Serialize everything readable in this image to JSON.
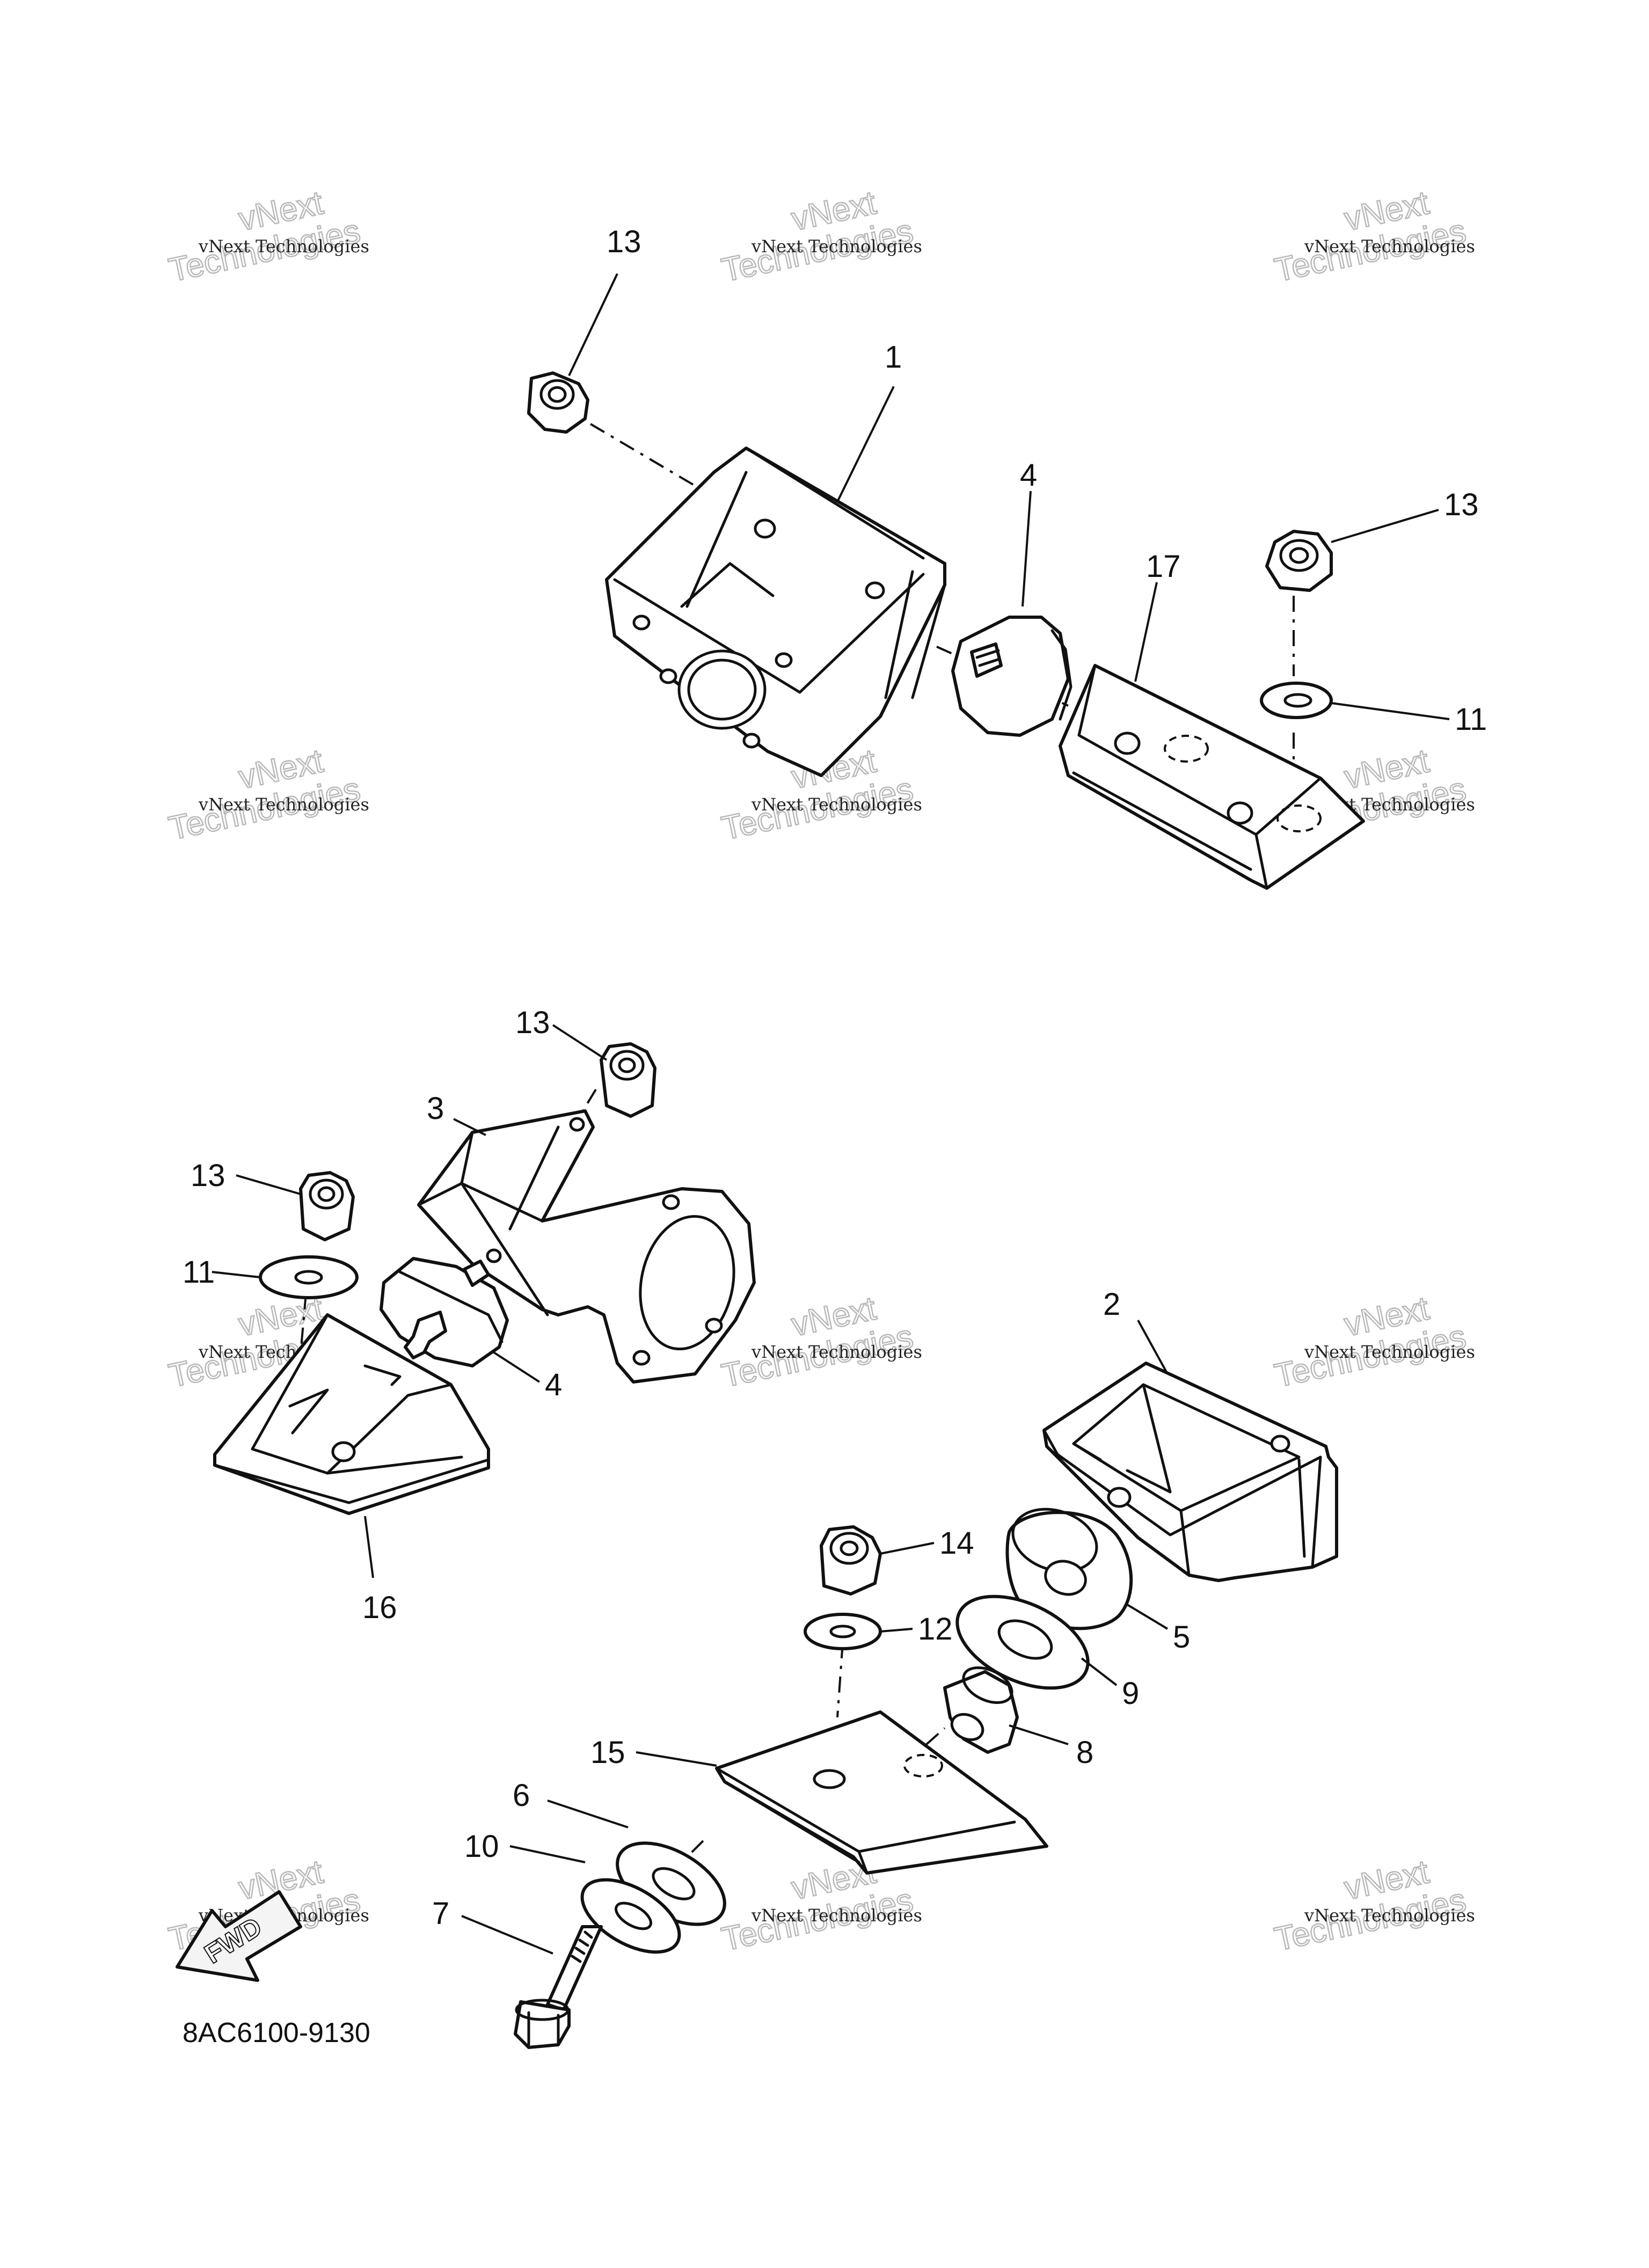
{
  "diagram": {
    "catalog_code": "8AC6100-9130",
    "direction_label": "FWD",
    "watermark": {
      "line1": "vNext Technologies",
      "line2": "vNext",
      "line3": "Technologies"
    },
    "callouts": {
      "c1": "1",
      "c2": "2",
      "c3": "3",
      "c4a": "4",
      "c4b": "4",
      "c5": "5",
      "c6": "6",
      "c7": "7",
      "c8": "8",
      "c9": "9",
      "c10": "10",
      "c11a": "11",
      "c11b": "11",
      "c12": "12",
      "c13a": "13",
      "c13b": "13",
      "c13c": "13",
      "c13d": "13",
      "c14": "14",
      "c15": "15",
      "c16": "16",
      "c17": "17"
    }
  }
}
